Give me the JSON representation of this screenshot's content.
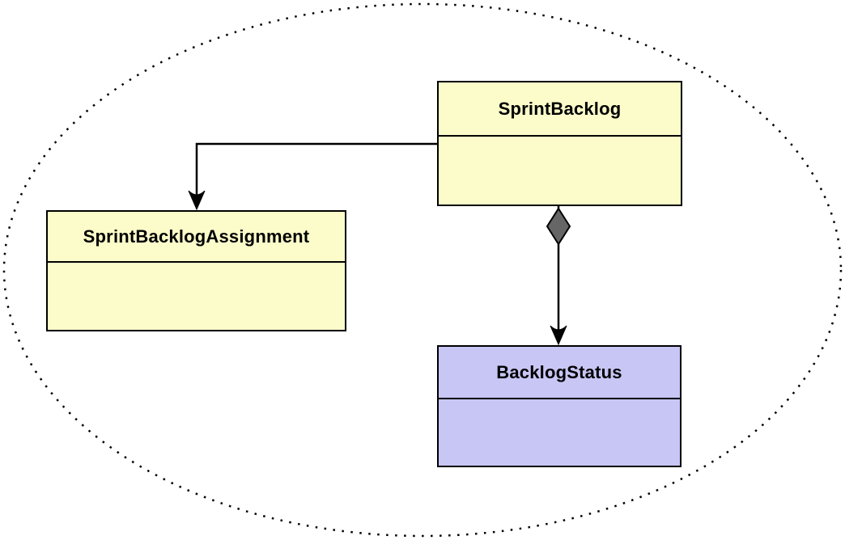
{
  "diagram": {
    "type": "uml-class-diagram",
    "boundary": {
      "shape": "dotted-ellipse",
      "stroke_color": "#000000"
    },
    "classes": [
      {
        "name": "SprintBacklog",
        "fill_color": "#FCFCCA",
        "attributes": [],
        "methods": []
      },
      {
        "name": "SprintBacklogAssignment",
        "fill_color": "#FCFCCA",
        "attributes": [],
        "methods": []
      },
      {
        "name": "BacklogStatus",
        "fill_color": "#C8C6F4",
        "attributes": [],
        "methods": []
      }
    ],
    "relationships": [
      {
        "from": "SprintBacklog",
        "to": "SprintBacklogAssignment",
        "type": "directed-association",
        "arrowhead": "concave-filled-arrow",
        "line_color": "#000000"
      },
      {
        "from": "SprintBacklog",
        "to": "BacklogStatus",
        "type": "aggregation",
        "diamond_color": "#666666",
        "arrowhead": "concave-filled-arrow",
        "line_color": "#000000"
      }
    ]
  }
}
